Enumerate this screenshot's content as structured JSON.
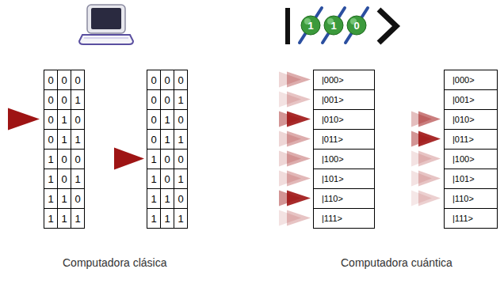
{
  "diagram": {
    "labels": [
      "0",
      "0",
      "0",
      "0",
      "0",
      "1",
      "0",
      "1",
      "0",
      "0",
      "1",
      "1",
      "1",
      "0",
      "0",
      "1",
      "0",
      "1",
      "1",
      "1",
      "0",
      "1",
      "1",
      "1",
      "0",
      "0",
      "0",
      "0",
      "0",
      "1",
      "0",
      "1",
      "0",
      "0",
      "1",
      "1",
      "1",
      "0",
      "0",
      "1",
      "0",
      "1",
      "1",
      "1",
      "0",
      "1",
      "1",
      "1",
      "|000>",
      "|001>",
      "|010>",
      "|011>",
      "|100>",
      "|101>",
      "|110>",
      "|111>",
      "|000>",
      "|001>",
      "|010>",
      "|011>",
      "|100>",
      "|101>",
      "|110>",
      "|111>",
      "1",
      "1",
      "0",
      "Computadora clásica",
      "Computadora cuántica"
    ]
  }
}
